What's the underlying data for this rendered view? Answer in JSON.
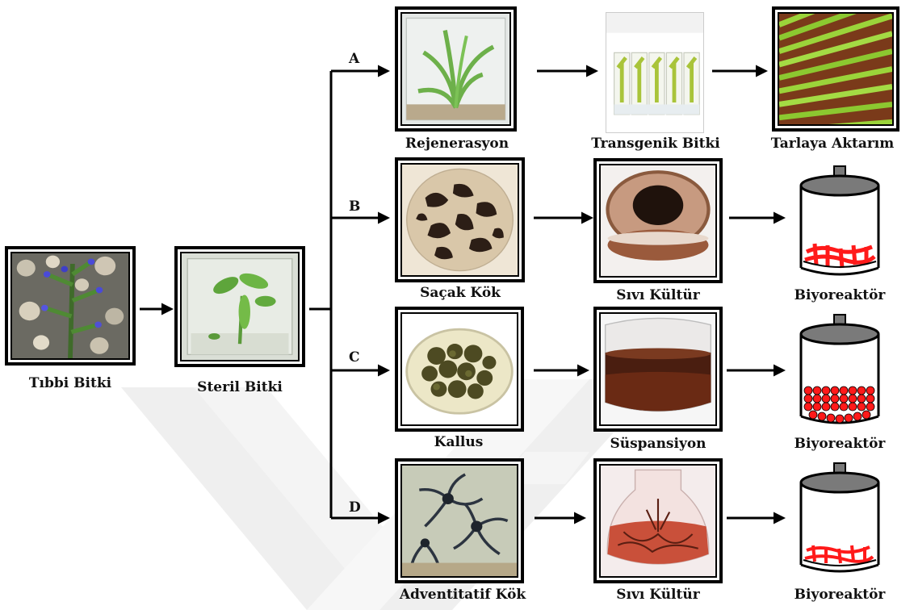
{
  "nodes": {
    "tibbi_bitki": "Tıbbi Bitki",
    "steril_bitki": "Steril Bitki",
    "rejenerasyon": "Rejenerasyon",
    "transgenik_bitki": "Transgenik Bitki",
    "tarlaya_aktarim": "Tarlaya Aktarım",
    "sacak_kok": "Saçak Kök",
    "sivi_kultur_b": "Sıvı Kültür",
    "biyoreaktor_b": "Biyoreaktör",
    "kallus": "Kallus",
    "suspansiyon": "Süspansiyon",
    "biyoreaktor_c": "Biyoreaktör",
    "adventitatif_kok": "Adventitatif Kök",
    "sivi_kultur_d": "Sıvı Kültür",
    "biyoreaktor_d": "Biyoreaktör"
  },
  "branches": {
    "a": "A",
    "b": "B",
    "c": "C",
    "d": "D"
  },
  "colors": {
    "arrow": "#000000",
    "reactor_lid": "#7a7a7a",
    "culture": "#ff1a1a",
    "watermark": "#ececec"
  },
  "icons": [
    "plant-photo",
    "petri-dish",
    "flask",
    "bioreactor-icon",
    "field-photo"
  ]
}
